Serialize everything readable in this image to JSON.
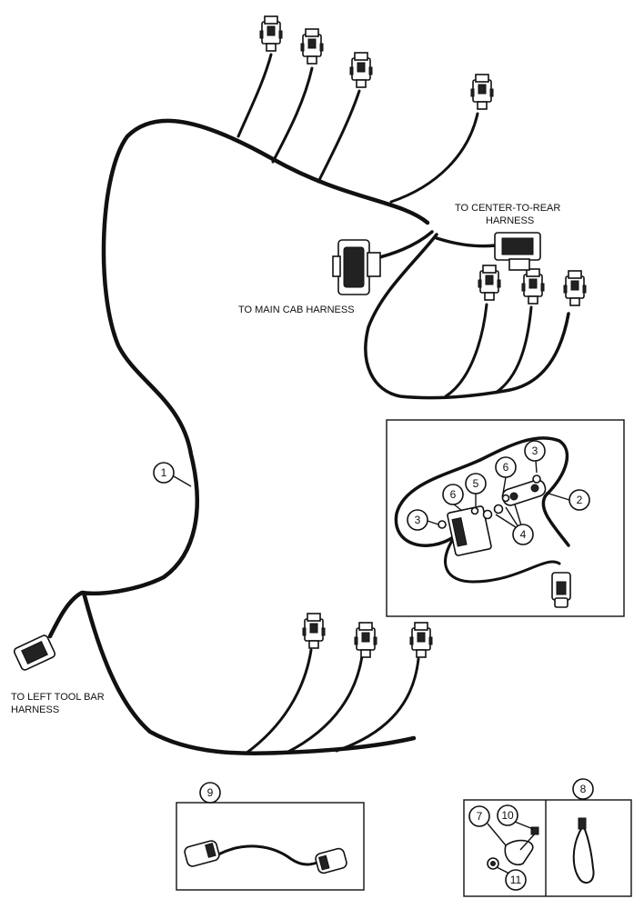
{
  "labels": {
    "center_to_rear_line1": "TO CENTER-TO-REAR",
    "center_to_rear_line2": "HARNESS",
    "main_cab": "TO MAIN CAB HARNESS",
    "left_tool_bar_line1": "TO LEFT TOOL BAR",
    "left_tool_bar_line2": "HARNESS"
  },
  "callouts": {
    "c1": "1",
    "c2": "2",
    "c3a": "3",
    "c3b": "3",
    "c4": "4",
    "c5": "5",
    "c6a": "6",
    "c6b": "6",
    "c7": "7",
    "c8": "8",
    "c9": "9",
    "c10": "10",
    "c11": "11"
  },
  "colors": {
    "ink": "#111111",
    "paper": "#ffffff"
  }
}
